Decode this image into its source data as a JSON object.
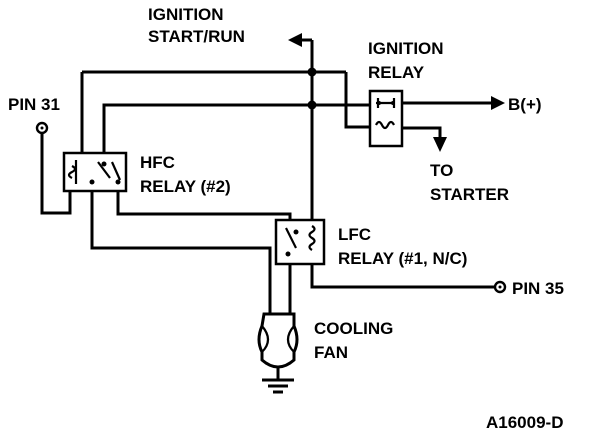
{
  "labels": {
    "ignition_start_run_1": "IGNITION",
    "ignition_start_run_2": "START/RUN",
    "ignition_relay_1": "IGNITION",
    "ignition_relay_2": "RELAY",
    "battery": "B(+)",
    "pin_31": "PIN 31",
    "hfc_relay_1": "HFC",
    "hfc_relay_2": "RELAY (#2)",
    "to_starter_1": "TO",
    "to_starter_2": "STARTER",
    "lfc_relay_1": "LFC",
    "lfc_relay_2": "RELAY (#1, N/C)",
    "pin_35": "PIN 35",
    "cooling_fan_1": "COOLING",
    "cooling_fan_2": "FAN",
    "figure_code": "A16009-D"
  }
}
